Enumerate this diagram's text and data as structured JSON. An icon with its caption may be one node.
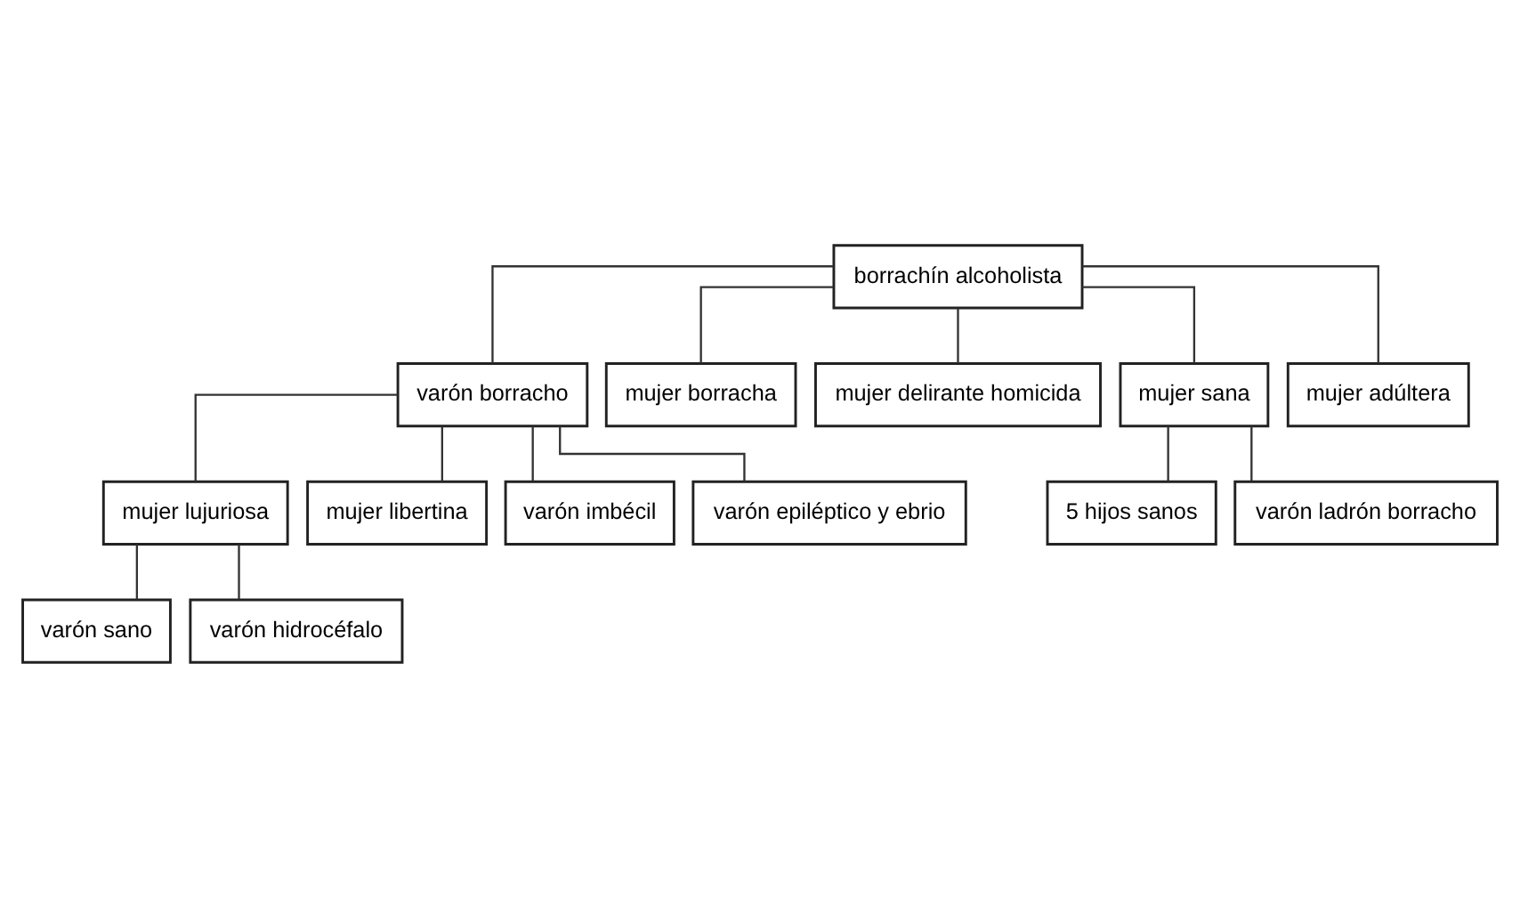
{
  "diagram": {
    "nodes": [
      {
        "text": [
          "borrachín alcoholista"
        ]
      },
      {
        "text": [
          "varón borracho"
        ]
      },
      {
        "text": [
          "mujer borracha"
        ]
      },
      {
        "text": [
          "mujer delirante homicida"
        ]
      },
      {
        "text": [
          "mujer sana"
        ]
      },
      {
        "text": [
          "mujer adúltera"
        ]
      },
      {
        "text": [
          "mujer lujuriosa"
        ]
      },
      {
        "text": [
          "mujer libertina"
        ]
      },
      {
        "text": [
          "varón imbécil"
        ]
      },
      {
        "text": [
          "varón epiléptico y ebrio"
        ]
      },
      {
        "text": [
          "5 hijos sanos"
        ]
      },
      {
        "text": [
          "varón ladrón borracho"
        ]
      },
      {
        "text": [
          "varón sano"
        ]
      },
      {
        "text": [
          "varón hidrocéfalo"
        ]
      }
    ],
    "edges": [
      {
        "from": 0,
        "to": 1,
        "arrow": "none"
      },
      {
        "from": 0,
        "to": 2,
        "arrow": "none"
      },
      {
        "from": 0,
        "to": 3,
        "arrow": "none"
      },
      {
        "from": 0,
        "to": 4,
        "arrow": "none"
      },
      {
        "from": 0,
        "to": 5,
        "arrow": "none"
      },
      {
        "from": 1,
        "to": 6,
        "arrow": "none"
      },
      {
        "from": 1,
        "to": 7,
        "arrow": "none"
      },
      {
        "from": 1,
        "to": 8,
        "arrow": "none"
      },
      {
        "from": 1,
        "to": 9,
        "arrow": "none"
      },
      {
        "from": 4,
        "to": 10,
        "arrow": "none"
      },
      {
        "from": 4,
        "to": 11,
        "arrow": "none"
      },
      {
        "from": 6,
        "to": 12,
        "arrow": "none"
      },
      {
        "from": 6,
        "to": 13,
        "arrow": "none"
      }
    ]
  }
}
